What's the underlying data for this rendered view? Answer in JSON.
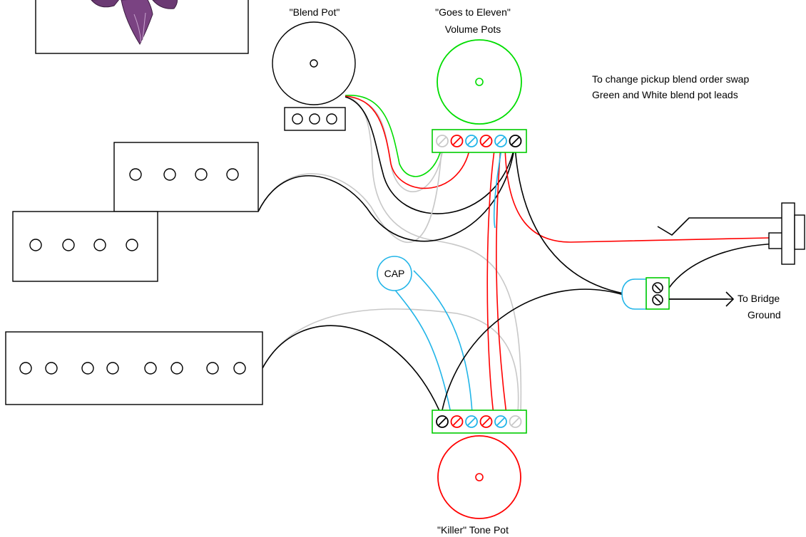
{
  "labels": {
    "blend_pot": "\"Blend Pot\"",
    "volume_line1": "\"Goes to Eleven\"",
    "volume_line2": "Volume Pots",
    "note_line1": "To change pickup blend order swap",
    "note_line2": "Green and White blend pot leads",
    "cap": "CAP",
    "bridge_line1": "To Bridge",
    "bridge_line2": "Ground",
    "tone_pot": "\"Killer\" Tone Pot"
  },
  "colors": {
    "black": "#000000",
    "red": "#ff0000",
    "green": "#00dd00",
    "blue": "#22b5e8",
    "white_wire": "#c8c8c8",
    "terminal_green": "#66ee55",
    "logo_purple": "#6b3a73"
  },
  "components": {
    "volume_terminals": [
      "white",
      "red",
      "blue",
      "red",
      "blue",
      "black"
    ],
    "tone_terminals": [
      "black",
      "red",
      "blue",
      "red",
      "blue",
      "white"
    ],
    "output_jack_terminals": 2
  }
}
